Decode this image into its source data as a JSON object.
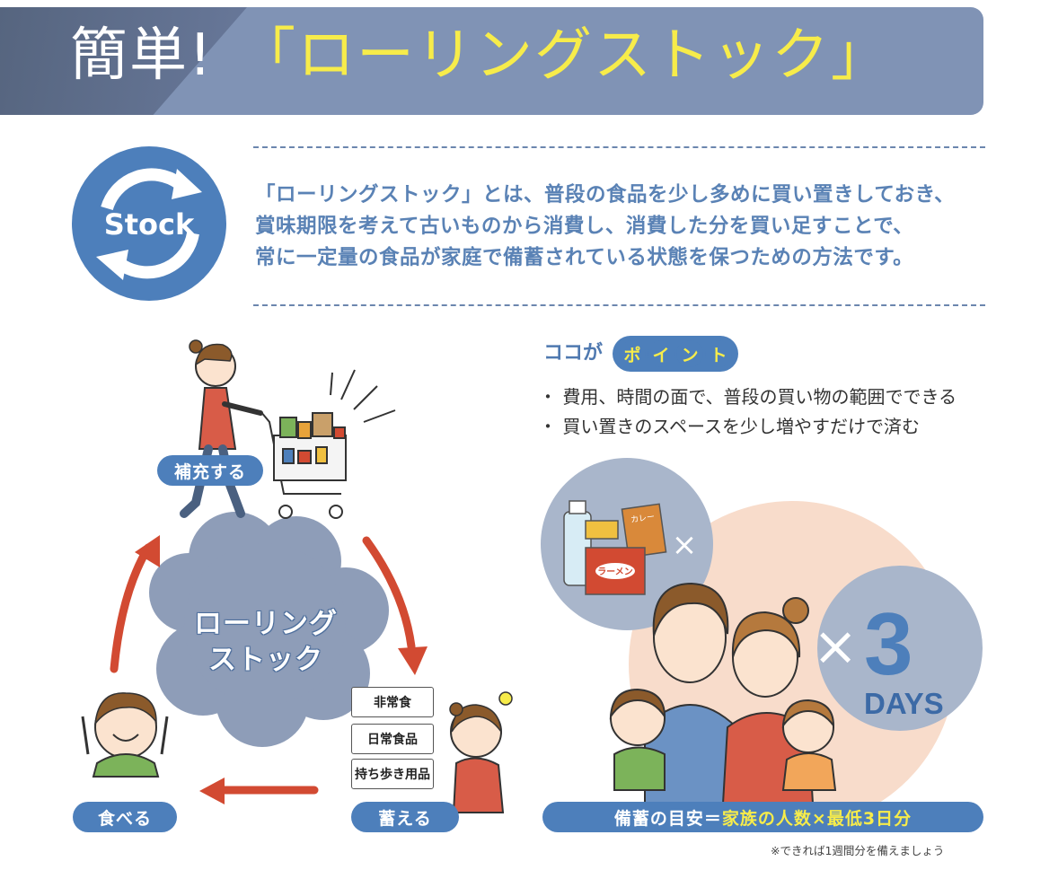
{
  "header": {
    "title_main": "簡単!",
    "title_accent": "「ローリングストック」"
  },
  "logo": {
    "label": "Stock",
    "icon": "circular-arrows-icon"
  },
  "definition": {
    "lines": [
      "「ローリングストック」とは、普段の食品を少し多めに買い置きしておき、",
      "賞味期限を考えて古いものから消費し、消費した分を買い足すことで、",
      "常に一定量の食品が家庭で備蓄されている状態を保つための方法です。"
    ]
  },
  "point": {
    "lead": "ココが",
    "badge_chars": [
      "ポ",
      "イ",
      "ン",
      "ト"
    ],
    "bullets": [
      "・ 費用、時間の面で、普段の買い物の範囲でできる",
      "・ 買い置きのスペースを少し増やすだけで済む"
    ]
  },
  "cycle": {
    "center_line1": "ローリング",
    "center_line2": "ストック",
    "step_replenish": "補充する",
    "step_eat": "食べる",
    "step_store": "蓄える",
    "store_items": [
      "非常食",
      "日常食品",
      "持ち歩き用品"
    ]
  },
  "illustration": {
    "curry_label": "カレー",
    "ramen_label": "ラーメン",
    "times_sign": "×",
    "multiplier_times": "×",
    "multiplier_number": "3",
    "multiplier_unit": "DAYS"
  },
  "guideline": {
    "part1": "備蓄の目安＝",
    "part2": "家族の人数×最低3日分"
  },
  "footnote": "※できれば1週間分を備えましょう",
  "colors": {
    "banner": "#8093b5",
    "accent_yellow": "#f7ec4a",
    "brand_blue": "#4d7fbb",
    "arrow_red": "#d24a32",
    "peach": "#f8dccb"
  }
}
